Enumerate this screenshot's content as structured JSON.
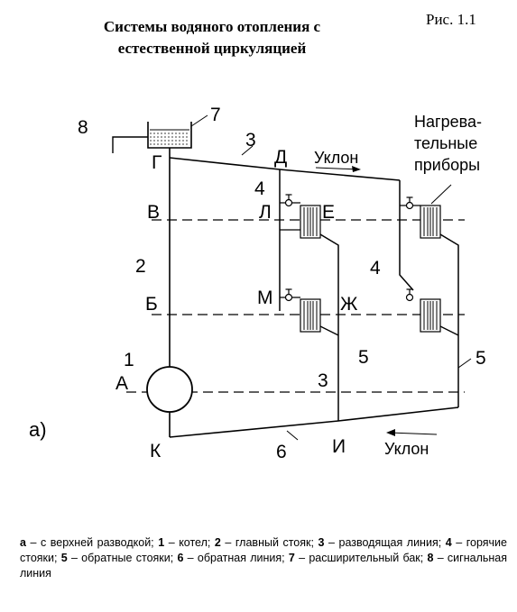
{
  "header": {
    "title_line1": "Системы водяного отопления с",
    "title_line2": "естественной циркуляцией",
    "figure_label": "Рис. 1.1"
  },
  "diagram": {
    "variant_label": "а)",
    "numbers": {
      "n1": "1",
      "n2": "2",
      "n3_top": "3",
      "n3_bottom": "3",
      "n4_top": "4",
      "n4_right": "4",
      "n5_mid": "5",
      "n5_right": "5",
      "n6": "6",
      "n7": "7",
      "n8": "8"
    },
    "points": {
      "A": "А",
      "B": "Б",
      "V": "В",
      "G": "Г",
      "D": "Д",
      "E": "Е",
      "ZH": "Ж",
      "I": "И",
      "K": "К",
      "L": "Л",
      "M": "М"
    },
    "slope_top": "Уклон",
    "slope_bottom": "Уклон",
    "heaters_label": [
      "Нагрева-",
      "тельные",
      "приборы"
    ]
  },
  "caption": {
    "items": [
      {
        "key": "а",
        "text": " – с верхней разводкой; "
      },
      {
        "key": "1",
        "text": " – котел; "
      },
      {
        "key": "2",
        "text": " – главный стояк; "
      },
      {
        "key": "3",
        "text": " – разводящая линия; "
      },
      {
        "key": "4",
        "text": " – горячие стояки; "
      },
      {
        "key": "5",
        "text": " – обратные стояки; "
      },
      {
        "key": "6",
        "text": " – обратная линия; "
      },
      {
        "key": "7",
        "text": " – расширительный бак; "
      },
      {
        "key": "8",
        "text": " – сигнальная линия"
      }
    ]
  }
}
